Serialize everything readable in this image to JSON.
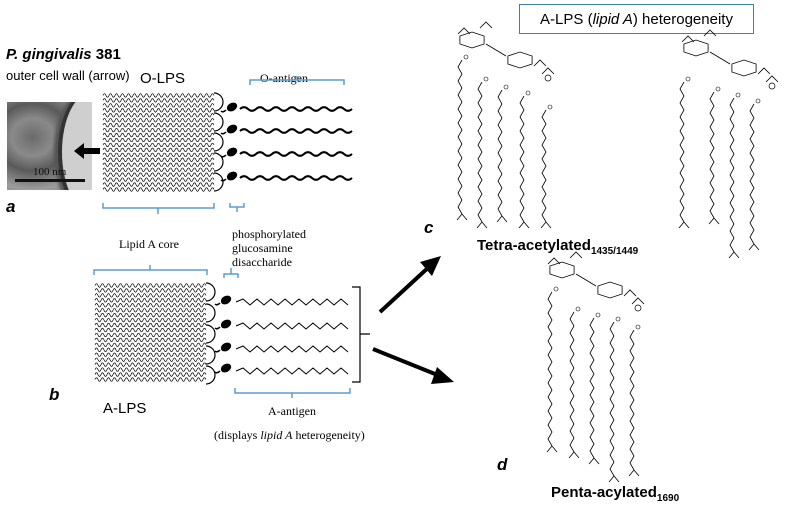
{
  "title_box": {
    "prefix": "A-LPS (",
    "italic": "lipid A",
    "suffix": ") heterogeneity"
  },
  "panel_a": {
    "species_italic": "P. gingivalis",
    "species_strain": "381",
    "caption": "outer cell wall (arrow)",
    "scale_label": "100 nm",
    "letter": "a"
  },
  "panel_b": {
    "letter": "b",
    "o_lps_label": "O-LPS",
    "o_antigen_label": "O-antigen",
    "lipid_a_core_label": "Lipid A core",
    "phospho_label": [
      "phosphorylated",
      "glucosamine",
      "disaccharide"
    ],
    "a_lps_label": "A-LPS",
    "a_antigen_label": "A-antigen",
    "a_antigen_note_prefix": "(displays ",
    "a_antigen_note_italic": "lipid A",
    "a_antigen_note_suffix": " heterogeneity)"
  },
  "panel_c": {
    "letter": "c",
    "name": "Tetra-acetylated",
    "subscript": "1435/1449"
  },
  "panel_d": {
    "letter": "d",
    "name": "Penta-acylated",
    "subscript": "1690"
  },
  "colors": {
    "bracket": "#5b9bd5",
    "ink": "#000000",
    "box_border": "#3f7fa0"
  },
  "icons": [
    "arrow-icon",
    "pointer-arrow-icon"
  ]
}
